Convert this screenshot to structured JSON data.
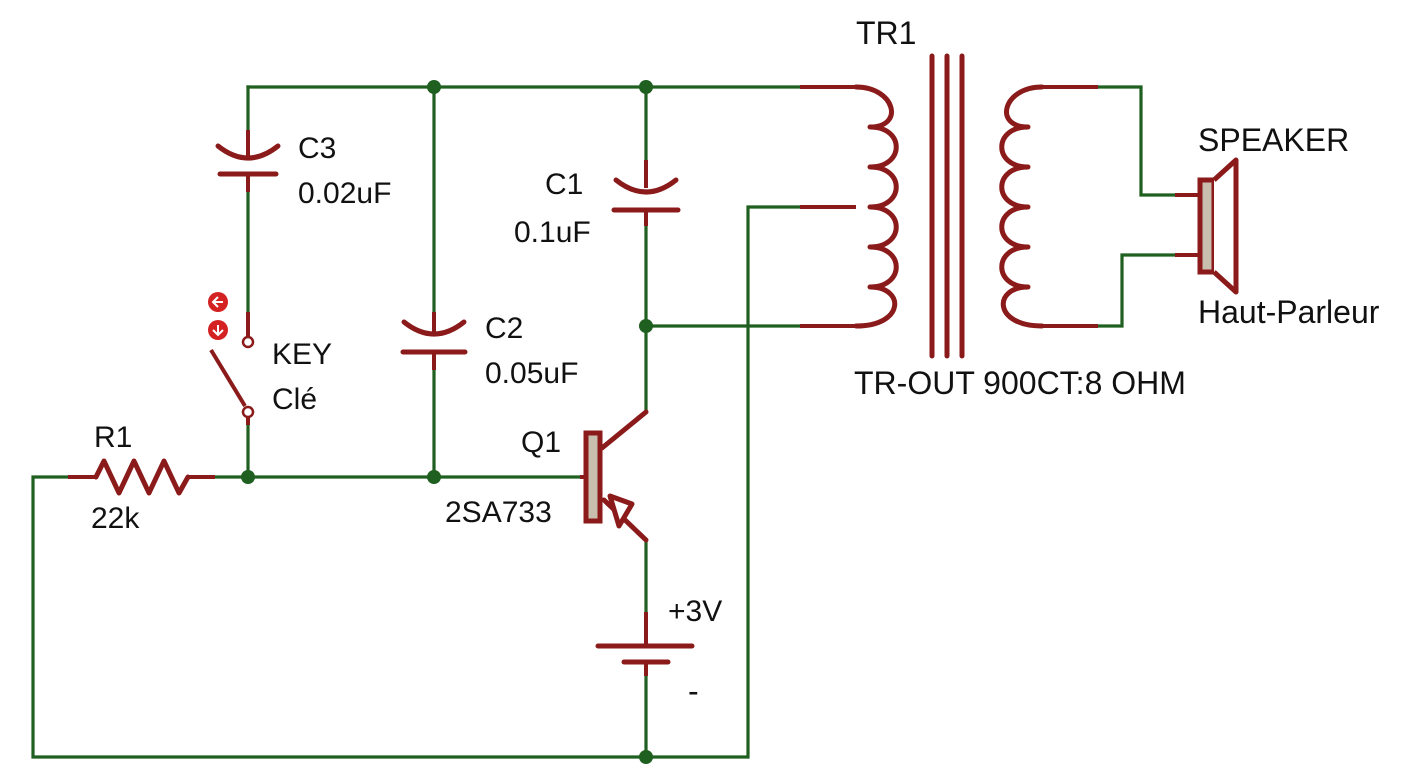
{
  "colors": {
    "wire": "#1f5f1f",
    "component": "#8b1a1a",
    "body_fill": "#c8bfae",
    "background": "#ffffff"
  },
  "components": {
    "c3": {
      "ref": "C3",
      "value": "0.02uF"
    },
    "c1": {
      "ref": "C1",
      "value": "0.1uF"
    },
    "c2": {
      "ref": "C2",
      "value": "0.05uF"
    },
    "key": {
      "ref": "KEY",
      "value": "Clé"
    },
    "r1": {
      "ref": "R1",
      "value": "22k"
    },
    "q1": {
      "ref": "Q1",
      "value": "2SA733"
    },
    "battery": {
      "plus": "+3V",
      "minus": "-"
    },
    "tr1": {
      "ref": "TR1",
      "value": "TR-OUT 900CT:8 OHM"
    },
    "speaker": {
      "ref": "SPEAKER",
      "value": "Haut-Parleur"
    }
  }
}
